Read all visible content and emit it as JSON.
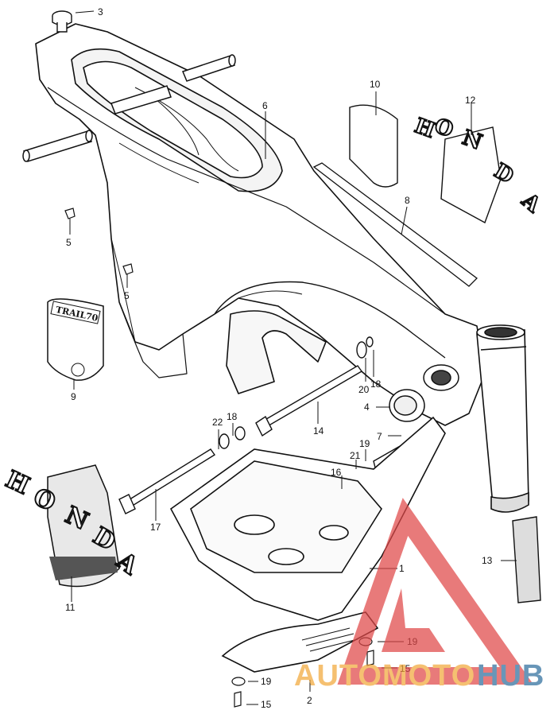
{
  "diagram": {
    "callouts": [
      {
        "id": "c3",
        "label": "3"
      },
      {
        "id": "c6",
        "label": "6"
      },
      {
        "id": "c10",
        "label": "10"
      },
      {
        "id": "c12",
        "label": "12"
      },
      {
        "id": "c8",
        "label": "8"
      },
      {
        "id": "c5a",
        "label": "5"
      },
      {
        "id": "c5b",
        "label": "5"
      },
      {
        "id": "c9",
        "label": "9"
      },
      {
        "id": "c18a",
        "label": "18"
      },
      {
        "id": "c20",
        "label": "20"
      },
      {
        "id": "c4",
        "label": "4"
      },
      {
        "id": "c14",
        "label": "14"
      },
      {
        "id": "c22",
        "label": "22"
      },
      {
        "id": "c18b",
        "label": "18"
      },
      {
        "id": "c7",
        "label": "7"
      },
      {
        "id": "c19a",
        "label": "19"
      },
      {
        "id": "c21",
        "label": "21"
      },
      {
        "id": "c16",
        "label": "16"
      },
      {
        "id": "c17",
        "label": "17"
      },
      {
        "id": "c13",
        "label": "13"
      },
      {
        "id": "c1",
        "label": "1"
      },
      {
        "id": "c11",
        "label": "11"
      },
      {
        "id": "c19b",
        "label": "19"
      },
      {
        "id": "c15a",
        "label": "15"
      },
      {
        "id": "c19c",
        "label": "19"
      },
      {
        "id": "c2",
        "label": "2"
      },
      {
        "id": "c15b",
        "label": "15"
      }
    ],
    "emblem_text": "HONDA",
    "tank_emblem_text": "HONDA",
    "side_badge_text": "TRAIL70"
  },
  "watermark": {
    "text_a": "AUTOMOTO",
    "text_b": "HUB",
    "color_red": "#e04848",
    "color_orange": "#f2a93b",
    "color_blue": "#2f6f9e"
  }
}
